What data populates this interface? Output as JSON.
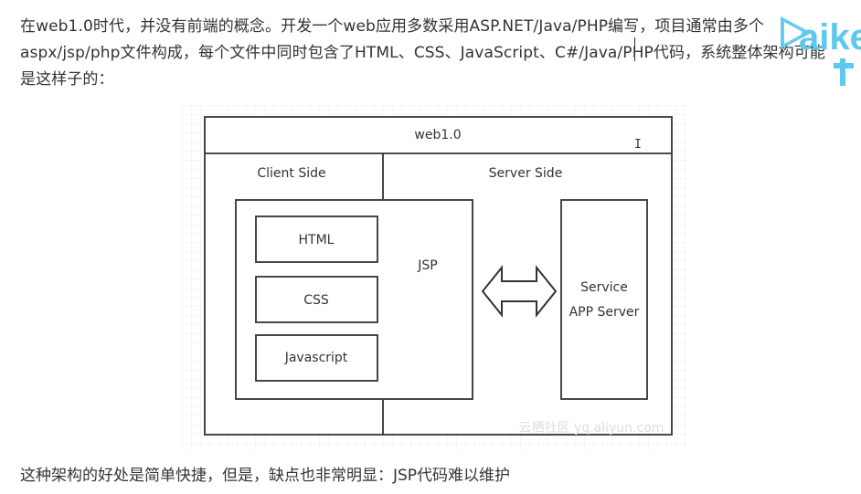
{
  "article": {
    "intro_lines": [
      "在web1.0时代，并没有前端的概念。开发一个web应用多数采用ASP.NET/Java/PHP编写，项目通常由多个",
      "aspx/jsp/php文件构成，每个文件中同时包含了HTML、CSS、JavaScript、C#/Java/PHP代码，系统整体架构可能",
      "是这样子的："
    ],
    "outro": "这种架构的好处是简单快捷，但是，缺点也非常明显：JSP代码难以维护"
  },
  "diagram": {
    "title": "web1.0",
    "client_side_label": "Client Side",
    "server_side_label": "Server Side",
    "html_label": "HTML",
    "css_label": "CSS",
    "javascript_label": "Javascript",
    "jsp_label": "JSP",
    "service_label": "Service",
    "app_server_label": "APP Server",
    "watermark": "云栖社区 yq.aliyun.com"
  },
  "colors": {
    "text": "#333333",
    "diagram_line": "#333333",
    "grid": "#e8e8e8",
    "logo_blue": "#5ec8ee"
  },
  "watermark_logo": {
    "text": "aike"
  }
}
